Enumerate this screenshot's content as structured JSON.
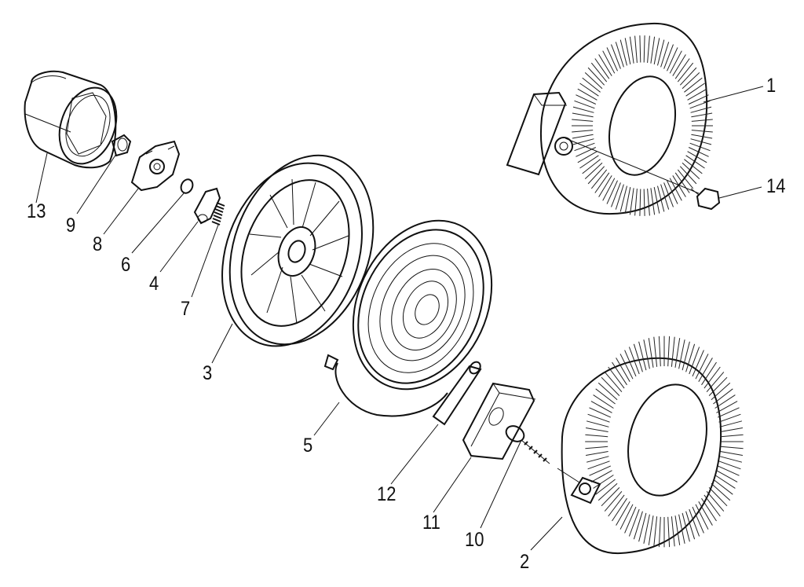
{
  "diagram": {
    "callouts": {
      "c1": "1",
      "c2": "2",
      "c3": "3",
      "c4": "4",
      "c5": "5",
      "c6": "6",
      "c7": "7",
      "c8": "8",
      "c9": "9",
      "c10": "10",
      "c11": "11",
      "c12": "12",
      "c13": "13",
      "c14": "14"
    },
    "colors": {
      "ink": "#111111",
      "background": "#ffffff"
    }
  }
}
